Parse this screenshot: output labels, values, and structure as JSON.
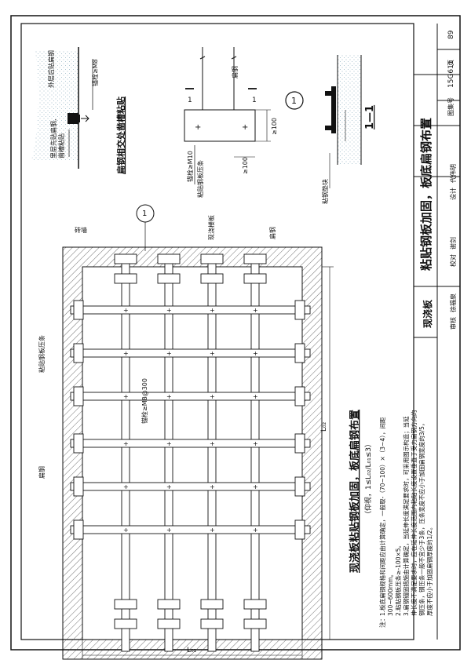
{
  "title_block": {
    "drawing_title": "粘贴钢板加固，板底扁钢布置",
    "category": "现浇板",
    "atlas_label": "图集号",
    "atlas_no": "15G611",
    "page_label": "页",
    "page_no": "89",
    "review_row": [
      "审核",
      "徐福泉",
      "校对",
      "谢剑",
      "设计",
      "代伟明"
    ],
    "signatures": [
      "徐福泉",
      "谢剑",
      "代伟明"
    ]
  },
  "section_view": {
    "title": "1—1",
    "label_pad": "粘钢垫块"
  },
  "top_detail": {
    "title": "扁钢相交处凿槽粘贴",
    "label_outer_steel": "外层后贴扁钢",
    "label_anchor": "锚栓≥M8",
    "label_inner_steel_1": "里层先贴扁钢,",
    "label_inner_steel_2": "凿槽粘贴"
  },
  "pressing_plate_detail": {
    "label_flat_steel": "扁钢",
    "label_anchor": "锚栓≥M10",
    "label_plate": "粘贴钢板压条",
    "dim_100_a": "≥100",
    "dim_100_b": "≥100",
    "section_mark": "1"
  },
  "plan": {
    "label_brick_wall": "砖墙",
    "label_slab": "现浇楼板",
    "label_flat_steel_top": "扁钢",
    "label_pressing_plate": "粘贴钢板压条",
    "label_flat_steel_left": "扁钢",
    "label_anchor": "锚栓≥M8@300",
    "dim_long": "L₀₂",
    "dim_short": "L₀₁",
    "section_callout": "1",
    "title": "现浇板粘贴钢板加固，板底扁钢布置",
    "subtitle": "（仰视，1≤L₀₂/L₀₁≤3）"
  },
  "notes": {
    "head": "注：",
    "lines": [
      "1.板底扁钢规格和间距应由计算确定，一般取-（70~100）×（3~4），间距",
      "300~600mm。",
      "2.粘贴钢板压条≥-100×5。",
      "3.扁钢锚固措施由计算确定，当延伸长度满足要求时，可采用图示构造；当延",
      "伸长度不满足要求时，应在延伸长度范围内粘贴长度设置垂直于受力扁钢方向的",
      "钢压条，钢压条一般不宜少于3条，压条宽度不应小于加固扁钢宽度的3/5，",
      "厚度不应小于加固扁钢厚度的1/2。"
    ]
  }
}
